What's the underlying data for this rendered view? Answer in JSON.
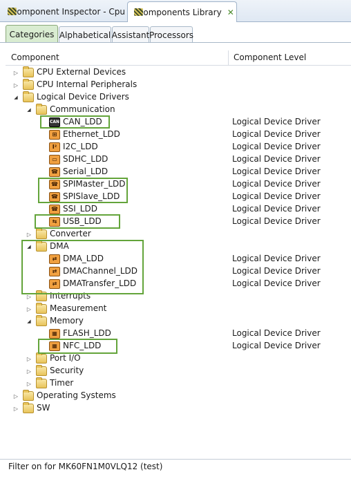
{
  "view_tabs": [
    {
      "label": "Component Inspector - Cpu",
      "active": false
    },
    {
      "label": "Components Library",
      "active": true
    }
  ],
  "category_tabs": [
    "Categories",
    "Alphabetical",
    "Assistant",
    "Processors"
  ],
  "table": {
    "col_component": "Component",
    "col_level": "Component Level"
  },
  "tree": {
    "cpu_external": "CPU External Devices",
    "cpu_internal": "CPU Internal Peripherals",
    "ldd": "Logical Device Drivers",
    "communication": "Communication",
    "can": "CAN_LDD",
    "ethernet": "Ethernet_LDD",
    "i2c": "I2C_LDD",
    "sdhc": "SDHC_LDD",
    "serial": "Serial_LDD",
    "spimaster": "SPIMaster_LDD",
    "spislave": "SPISlave_LDD",
    "ssi": "SSI_LDD",
    "usb": "USB_LDD",
    "converter": "Converter",
    "dma": "DMA",
    "dma_ldd": "DMA_LDD",
    "dmachannel": "DMAChannel_LDD",
    "dmatransfer": "DMATransfer_LDD",
    "interrupts": "Interrupts",
    "measurement": "Measurement",
    "memory": "Memory",
    "flash": "FLASH_LDD",
    "nfc": "NFC_LDD",
    "portio": "Port I/O",
    "security": "Security",
    "timer": "Timer",
    "os": "Operating Systems",
    "sw": "SW"
  },
  "level_text": "Logical Device Driver",
  "status": "Filter on for MK60FN1M0VLQ12 (test)",
  "colors": {
    "highlight": "#63a43a",
    "selected_tab": "#d9ecd1"
  }
}
